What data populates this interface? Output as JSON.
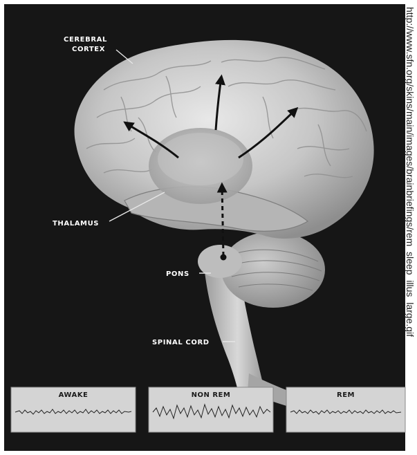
{
  "labels": {
    "cerebral_cortex_line1": "CEREBRAL",
    "cerebral_cortex_line2": "CORTEX",
    "thalamus": "THALAMUS",
    "pons": "PONS",
    "spinal_cord": "SPINAL CORD"
  },
  "eeg_panels": [
    {
      "title": "AWAKE"
    },
    {
      "title": "NON REM"
    },
    {
      "title": "REM"
    }
  ],
  "source_url": "http://www.sfn.org/skins/main/images/brainbriefings/rem_sleep_illus_large.gif",
  "colors": {
    "background": "#161616",
    "brain": "#c9c9c9",
    "panel": "#d4d4d4",
    "arrow": "#111111"
  }
}
